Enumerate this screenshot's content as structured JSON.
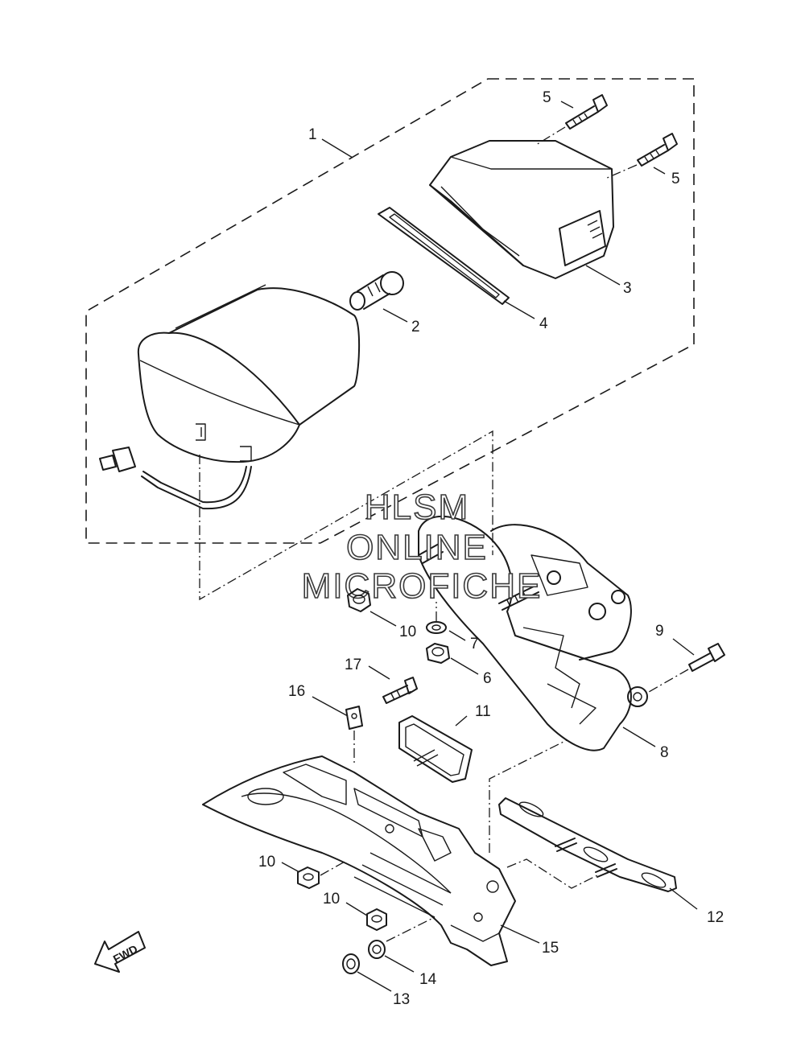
{
  "watermark": {
    "line1": "HLSM",
    "line2": "ONLINE",
    "line3": "MICROFICHE"
  },
  "fwd_label": "FWD",
  "callouts": {
    "c1": "1",
    "c2": "2",
    "c3": "3",
    "c4": "4",
    "c5a": "5",
    "c5b": "5",
    "c6": "6",
    "c7": "7",
    "c8": "8",
    "c9": "9",
    "c10a": "10",
    "c10b": "10",
    "c10c": "10",
    "c11": "11",
    "c12": "12",
    "c13": "13",
    "c14": "14",
    "c15": "15",
    "c16": "16",
    "c17": "17"
  },
  "icons": {
    "direction_arrow": "fwd-arrow-icon"
  }
}
